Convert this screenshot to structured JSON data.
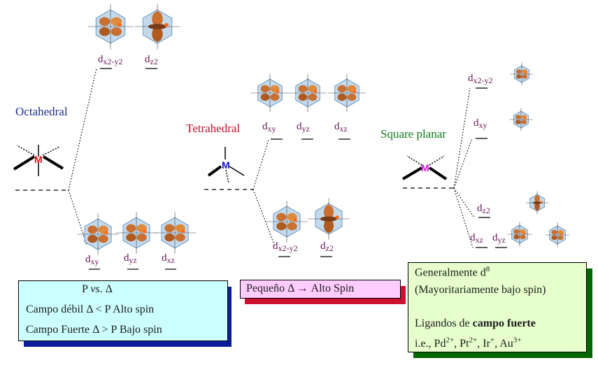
{
  "sections": {
    "octahedral": "Octahedral",
    "tetrahedral": "Tetrahedral",
    "square_planar": "Square planar"
  },
  "metal_label": "M",
  "orbitals": {
    "oct_eg": [
      "x2-y2",
      "z2"
    ],
    "oct_t2g": [
      "xy",
      "yz",
      "xz"
    ],
    "tet_t2": [
      "xy",
      "yz",
      "xz"
    ],
    "tet_e": [
      "x2-y2",
      "z2"
    ],
    "sq": [
      "x2-y2",
      "xy",
      "z2",
      "xz",
      "yz"
    ]
  },
  "orbital_prefix": "d",
  "box1": {
    "title_p": "P",
    "title_vs": "vs",
    "title_delta": ". Δ",
    "line1": "Campo débil Δ < P Alto spin",
    "line2": "Campo Fuerte Δ > P Bajo spin"
  },
  "box2": {
    "text": "Pequeño Δ  →  Alto Spin"
  },
  "box3": {
    "line1": "Generalmente d",
    "line1_sup": "8",
    "line2": "(Mayoritariamente bajo spin)",
    "line3_plain": "Ligandos de ",
    "line3_bold": "campo fuerte",
    "line4": "i.e., Pd2+, Pt2+, Ir+, Au3+"
  },
  "colors": {
    "octahedral": "#1b2f8f",
    "tetrahedral": "#c8102e",
    "square_planar": "#0f7a1a",
    "orbital_text": "#6a1458",
    "box1_fill": "#ccffff",
    "box1_shadow": "#0a1f99",
    "box2_fill": "#ffccff",
    "box2_shadow": "#cc1133",
    "box3_fill": "#e6ffcc",
    "box3_shadow": "#006600",
    "metal_oct": "#e01010",
    "metal_tet": "#1010e0",
    "metal_sq": "#e010e0"
  }
}
